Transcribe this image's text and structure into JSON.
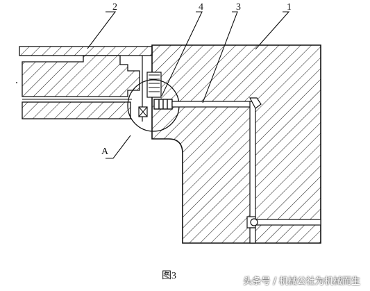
{
  "figure": {
    "callouts": [
      "2",
      "4",
      "3",
      "1",
      "A"
    ],
    "caption": "图3",
    "watermark": "头条号 / 机械公社为机械而生"
  }
}
